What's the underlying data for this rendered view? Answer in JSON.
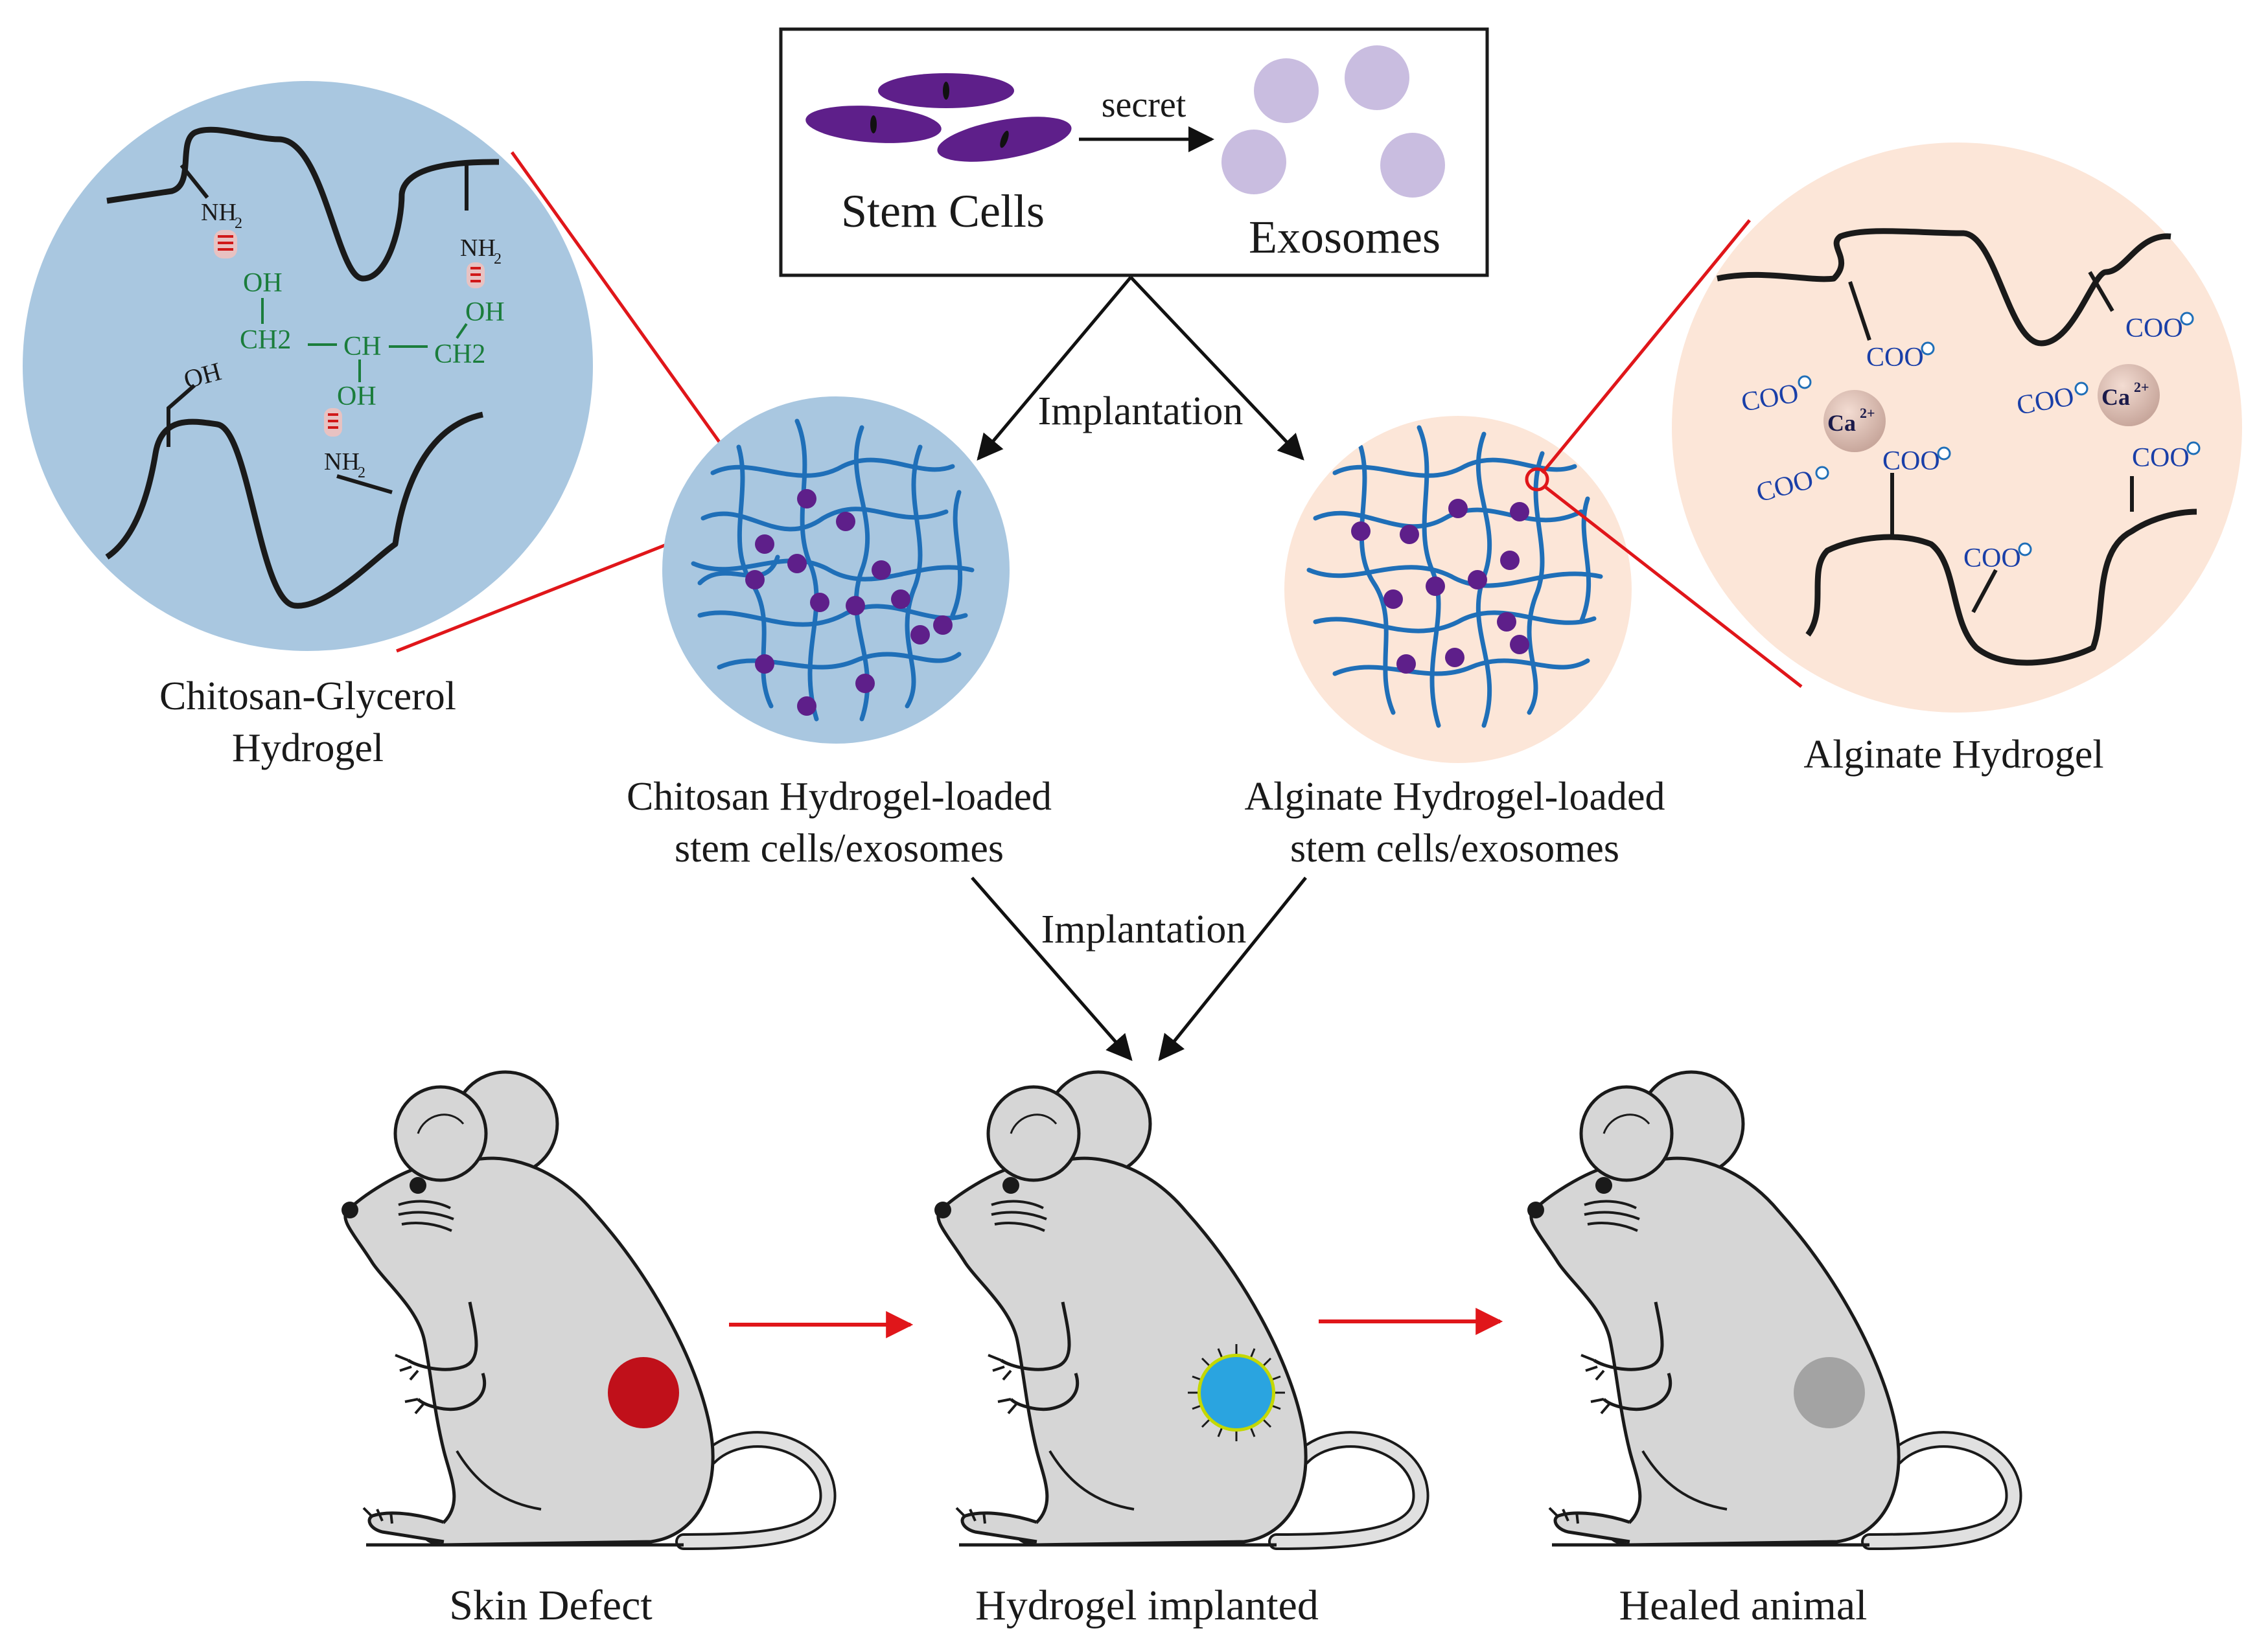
{
  "top_box": {
    "stem_cells_label": "Stem Cells",
    "secret_label": "secret",
    "exosomes_label": "Exosomes"
  },
  "arrows": {
    "implantation_top": "Implantation",
    "implantation_mid": "Implantation"
  },
  "chitosan_zoom": {
    "caption_line1": "Chitosan-Glycerol",
    "caption_line2": "Hydrogel",
    "nh2": "NH",
    "nh2_sub": "2",
    "oh": "OH",
    "ch2": "CH2",
    "ch": "CH"
  },
  "alginate_zoom": {
    "caption": "Alginate Hydrogel",
    "coo": "COO",
    "ca": "Ca",
    "ca_sup": "2+"
  },
  "chitosan_hydrogel": {
    "caption_line1": "Chitosan Hydrogel-loaded",
    "caption_line2": "stem cells/exosomes"
  },
  "alginate_hydrogel": {
    "caption_line1": "Alginate Hydrogel-loaded",
    "caption_line2": "stem cells/exosomes"
  },
  "mice": {
    "skin_defect": "Skin Defect",
    "hydrogel_implanted": "Hydrogel implanted",
    "healed_animal": "Healed animal"
  },
  "colors": {
    "chitosan_blue": "#a9c7e0",
    "alginate_peach": "#fce6d8",
    "cell_purple": "#5e1f8a",
    "exosome_lilac": "#c9bde0",
    "fiber_blue": "#1f6fb8",
    "red": "#e0161a",
    "wound_red": "#c0101a",
    "implant_blue": "#2aa4e0",
    "healed_gray": "#a3a3a3",
    "mouse_gray": "#d6d6d6",
    "green_chem": "#1b7d3c",
    "coo_blue": "#1a3fa8"
  }
}
